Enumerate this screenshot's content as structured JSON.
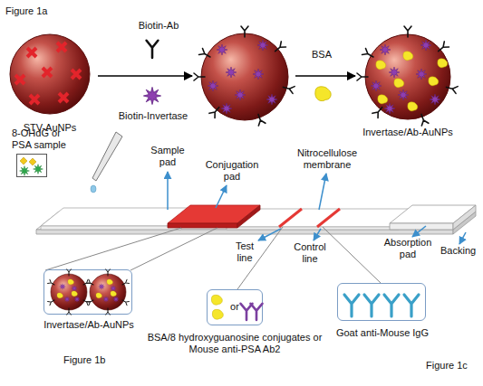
{
  "diagram": {
    "nodes": [
      {
        "text": [
          "STV-AuNPs"
        ]
      },
      {
        "text": [
          "Invertase/Ab-AuNPs"
        ]
      },
      {
        "text": [
          "8-OHdG or PSA sample"
        ]
      },
      {
        "text": [
          "Invertase/Ab-AuNPs"
        ]
      },
      {
        "text": [
          "or",
          "BSA/8 hydroxyguanosine conjugates or Mouse anti-PSA Ab2"
        ]
      },
      {
        "text": [
          "Goat anti-Mouse IgG"
        ]
      }
    ],
    "labels": [
      "Figure 1a",
      "Biotin-Ab",
      "Biotin-Invertase",
      "BSA",
      "Sample pad",
      "Conjugation pad",
      "Nitrocellulose membrane",
      "Test line",
      "Control line",
      "Absorption pad",
      "Backing",
      "Figure 1b",
      "Figure 1c"
    ]
  }
}
